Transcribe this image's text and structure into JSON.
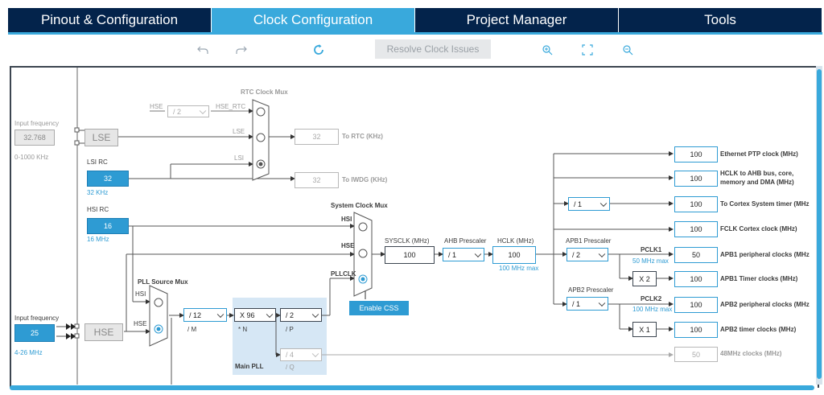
{
  "tabs": [
    "Pinout & Configuration",
    "Clock Configuration",
    "Project Manager",
    "Tools"
  ],
  "active_tab": "Clock Configuration",
  "toolbar": {
    "undo_icon": "undo-icon",
    "redo_icon": "redo-icon",
    "refresh_icon": "refresh-icon",
    "resolve_label": "Resolve Clock Issues",
    "zoom_in_icon": "zoom-in-icon",
    "fit_icon": "fit-screen-icon",
    "zoom_out_icon": "zoom-out-icon"
  },
  "diagram": {
    "input_freq_lse": {
      "label": "Input frequency",
      "value": "32.768",
      "range": "0-1000 KHz"
    },
    "lse_label": "LSE",
    "lsi": {
      "title": "LSI RC",
      "value": "32",
      "unit": "32 KHz"
    },
    "hsi": {
      "title": "HSI RC",
      "value": "16",
      "unit": "16 MHz"
    },
    "input_freq_hse": {
      "label": "Input frequency",
      "value": "25",
      "range": "4-26 MHz"
    },
    "hse_label": "HSE",
    "rtc_mux": {
      "title": "RTC Clock Mux",
      "hse": "HSE",
      "hse_div": "/ 2",
      "hse_rtc": "HSE_RTC",
      "lse": "LSE",
      "lsi": "LSI"
    },
    "rtc_out": {
      "value": "32",
      "label": "To RTC (KHz)"
    },
    "iwdg_out": {
      "value": "32",
      "label": "To IWDG (KHz)"
    },
    "pll_source": {
      "title": "PLL Source Mux",
      "hsi": "HSI",
      "hse": "HSE"
    },
    "pll": {
      "title": "Main PLL",
      "m": "/ 12",
      "m_label": "/ M",
      "n": "X 96",
      "n_label": "* N",
      "p": "/ 2",
      "p_label": "/ P",
      "q": "/ 4",
      "q_label": "/ Q"
    },
    "sys_mux": {
      "title": "System Clock Mux",
      "hsi": "HSI",
      "hse": "HSE",
      "pllclk": "PLLCLK"
    },
    "enable_css": "Enable CSS",
    "sysclk": {
      "label": "SYSCLK (MHz)",
      "value": "100"
    },
    "ahb": {
      "label": "AHB Prescaler",
      "value": "/ 1"
    },
    "hclk": {
      "label": "HCLK (MHz)",
      "value": "100",
      "max": "100 MHz max"
    },
    "apb1": {
      "label": "APB1 Prescaler",
      "value": "/ 2",
      "pclk": "PCLK1",
      "pclk_max": "50 MHz max",
      "timer_mul": "X 2"
    },
    "apb2": {
      "label": "APB2 Prescaler",
      "value": "/ 1",
      "pclk": "PCLK2",
      "pclk_max": "100 MHz max",
      "timer_mul": "X 1"
    },
    "cortex_div": "/ 1",
    "outputs": [
      {
        "value": "100",
        "label": "Ethernet PTP clock (MHz)"
      },
      {
        "value": "100",
        "label": "HCLK to AHB bus, core,",
        "label2": "memory and DMA (MHz)"
      },
      {
        "value": "100",
        "label": "To Cortex System timer (MHz"
      },
      {
        "value": "100",
        "label": "FCLK Cortex clock (MHz)"
      },
      {
        "value": "50",
        "label": "APB1 peripheral clocks (MHz"
      },
      {
        "value": "100",
        "label": "APB1 Timer clocks (MHz)"
      },
      {
        "value": "100",
        "label": "APB2 peripheral clocks (MHz"
      },
      {
        "value": "100",
        "label": "APB2 timer clocks (MHz)"
      },
      {
        "value": "50",
        "label": "48MHz clocks (MHz)"
      }
    ]
  }
}
